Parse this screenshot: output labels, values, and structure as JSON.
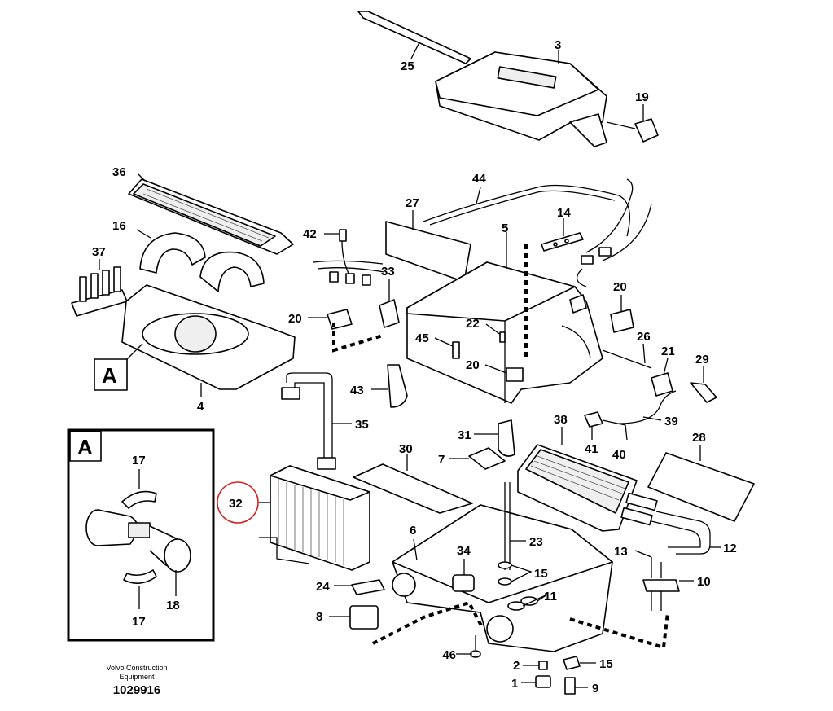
{
  "footer": {
    "company": "Volvo Construction Equipment",
    "drawing_number": "1029916"
  },
  "detail": {
    "marker": "A",
    "title": "A"
  },
  "highlighted_part": "32",
  "parts": {
    "p1": "1",
    "p2": "2",
    "p3": "3",
    "p4": "4",
    "p5": "5",
    "p6": "6",
    "p7": "7",
    "p8": "8",
    "p9": "9",
    "p10": "10",
    "p11": "11",
    "p12": "12",
    "p13": "13",
    "p14": "14",
    "p15a": "15",
    "p15b": "15",
    "p16": "16",
    "p17a": "17",
    "p17b": "17",
    "p18": "18",
    "p19": "19",
    "p20a": "20",
    "p20b": "20",
    "p20c": "20",
    "p21": "21",
    "p22": "22",
    "p23": "23",
    "p24": "24",
    "p25": "25",
    "p26": "26",
    "p27": "27",
    "p28": "28",
    "p29": "29",
    "p30": "30",
    "p31": "31",
    "p32": "32",
    "p33": "33",
    "p34": "34",
    "p35": "35",
    "p36": "36",
    "p37": "37",
    "p38": "38",
    "p39": "39",
    "p40": "40",
    "p41": "41",
    "p42": "42",
    "p43": "43",
    "p44": "44",
    "p45": "45",
    "p46": "46"
  },
  "colors": {
    "highlight": "#d42020",
    "line": "#000000"
  }
}
